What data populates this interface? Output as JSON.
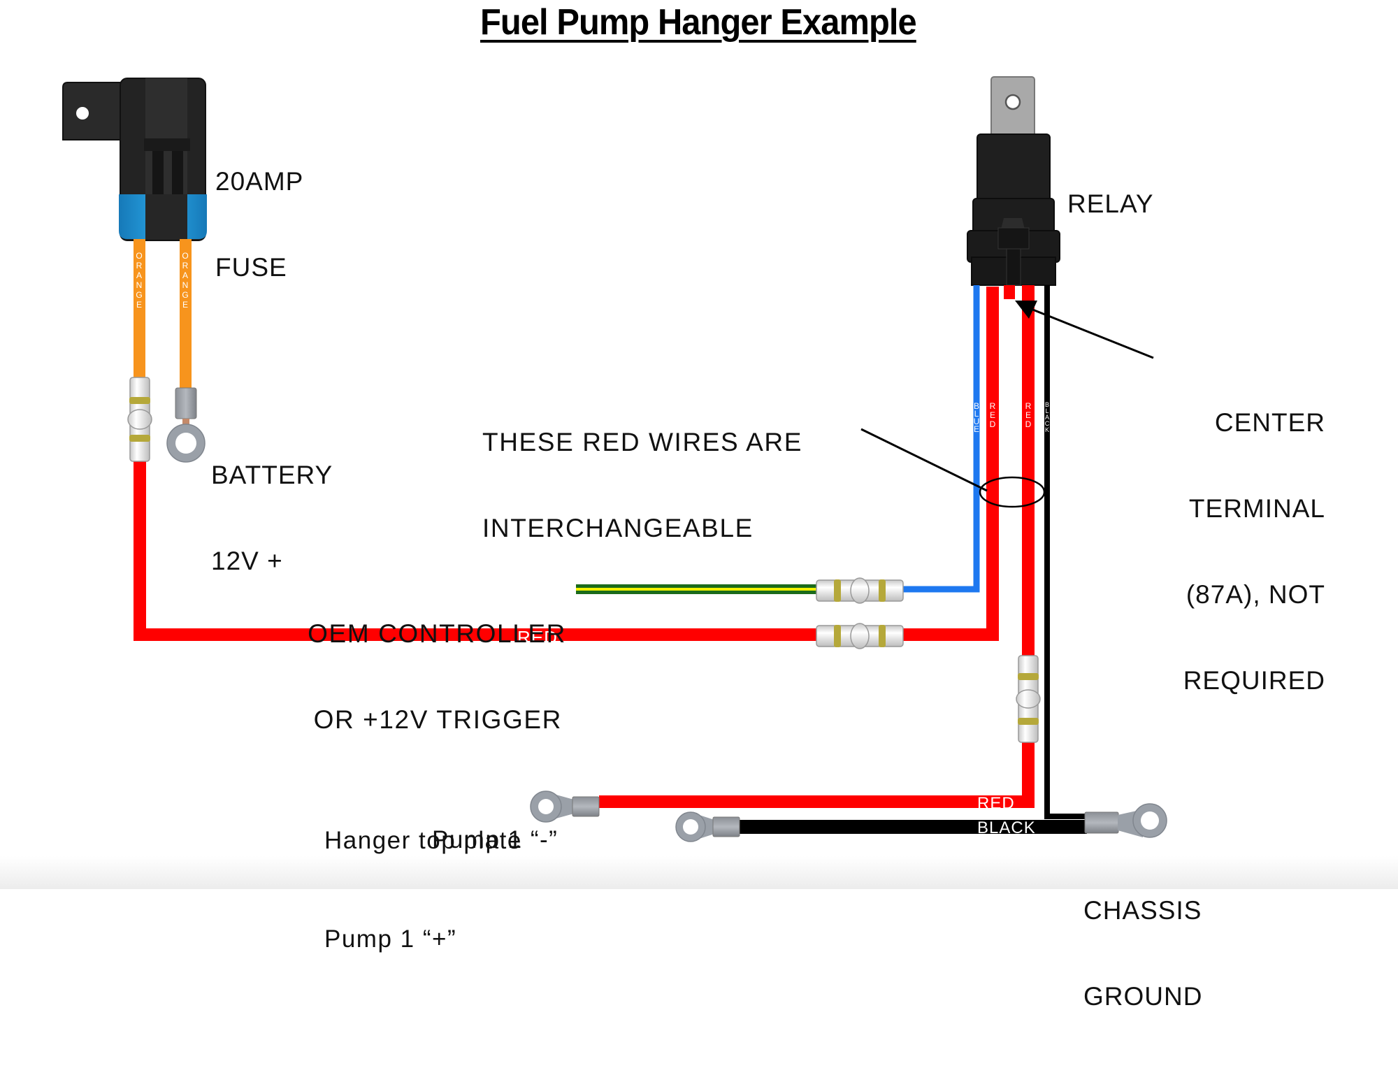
{
  "title": "Fuel Pump Hanger Example",
  "labels": {
    "fuse": [
      "20AMP",
      "FUSE"
    ],
    "battery": [
      "BATTERY",
      "12V +"
    ],
    "relay": "RELAY",
    "interchangeable": [
      "THESE RED WIRES ARE",
      "INTERCHANGEABLE"
    ],
    "center_terminal": [
      "CENTER",
      "TERMINAL",
      "(87A), NOT",
      "REQUIRED"
    ],
    "oem": [
      "OEM CONTROLLER",
      "OR +12V TRIGGER"
    ],
    "hanger": [
      "Hanger top plate",
      "Pump 1 “+”"
    ],
    "pump_minus": "Pump 1 “-”",
    "chassis": [
      "CHASSIS",
      "GROUND"
    ]
  },
  "wire_labels": {
    "orange": "ORANGE",
    "blue": "BLUE",
    "red": "RED",
    "black": "BLACK"
  },
  "colors": {
    "orange": "#F7941D",
    "red": "#FF0000",
    "blue": "#1E78F0",
    "black": "#000000",
    "green": "#1B6B1B",
    "yellow": "#F2F200",
    "connector_body": "#1c1c1c",
    "fuse_cap": "#1E90D0",
    "terminal_grey": "#9aa0a8"
  },
  "icons": {
    "fuse_holder": "fuse-holder-icon",
    "relay": "relay-icon",
    "ring_terminal": "ring-terminal-icon",
    "butt_connector": "butt-connector-icon"
  }
}
